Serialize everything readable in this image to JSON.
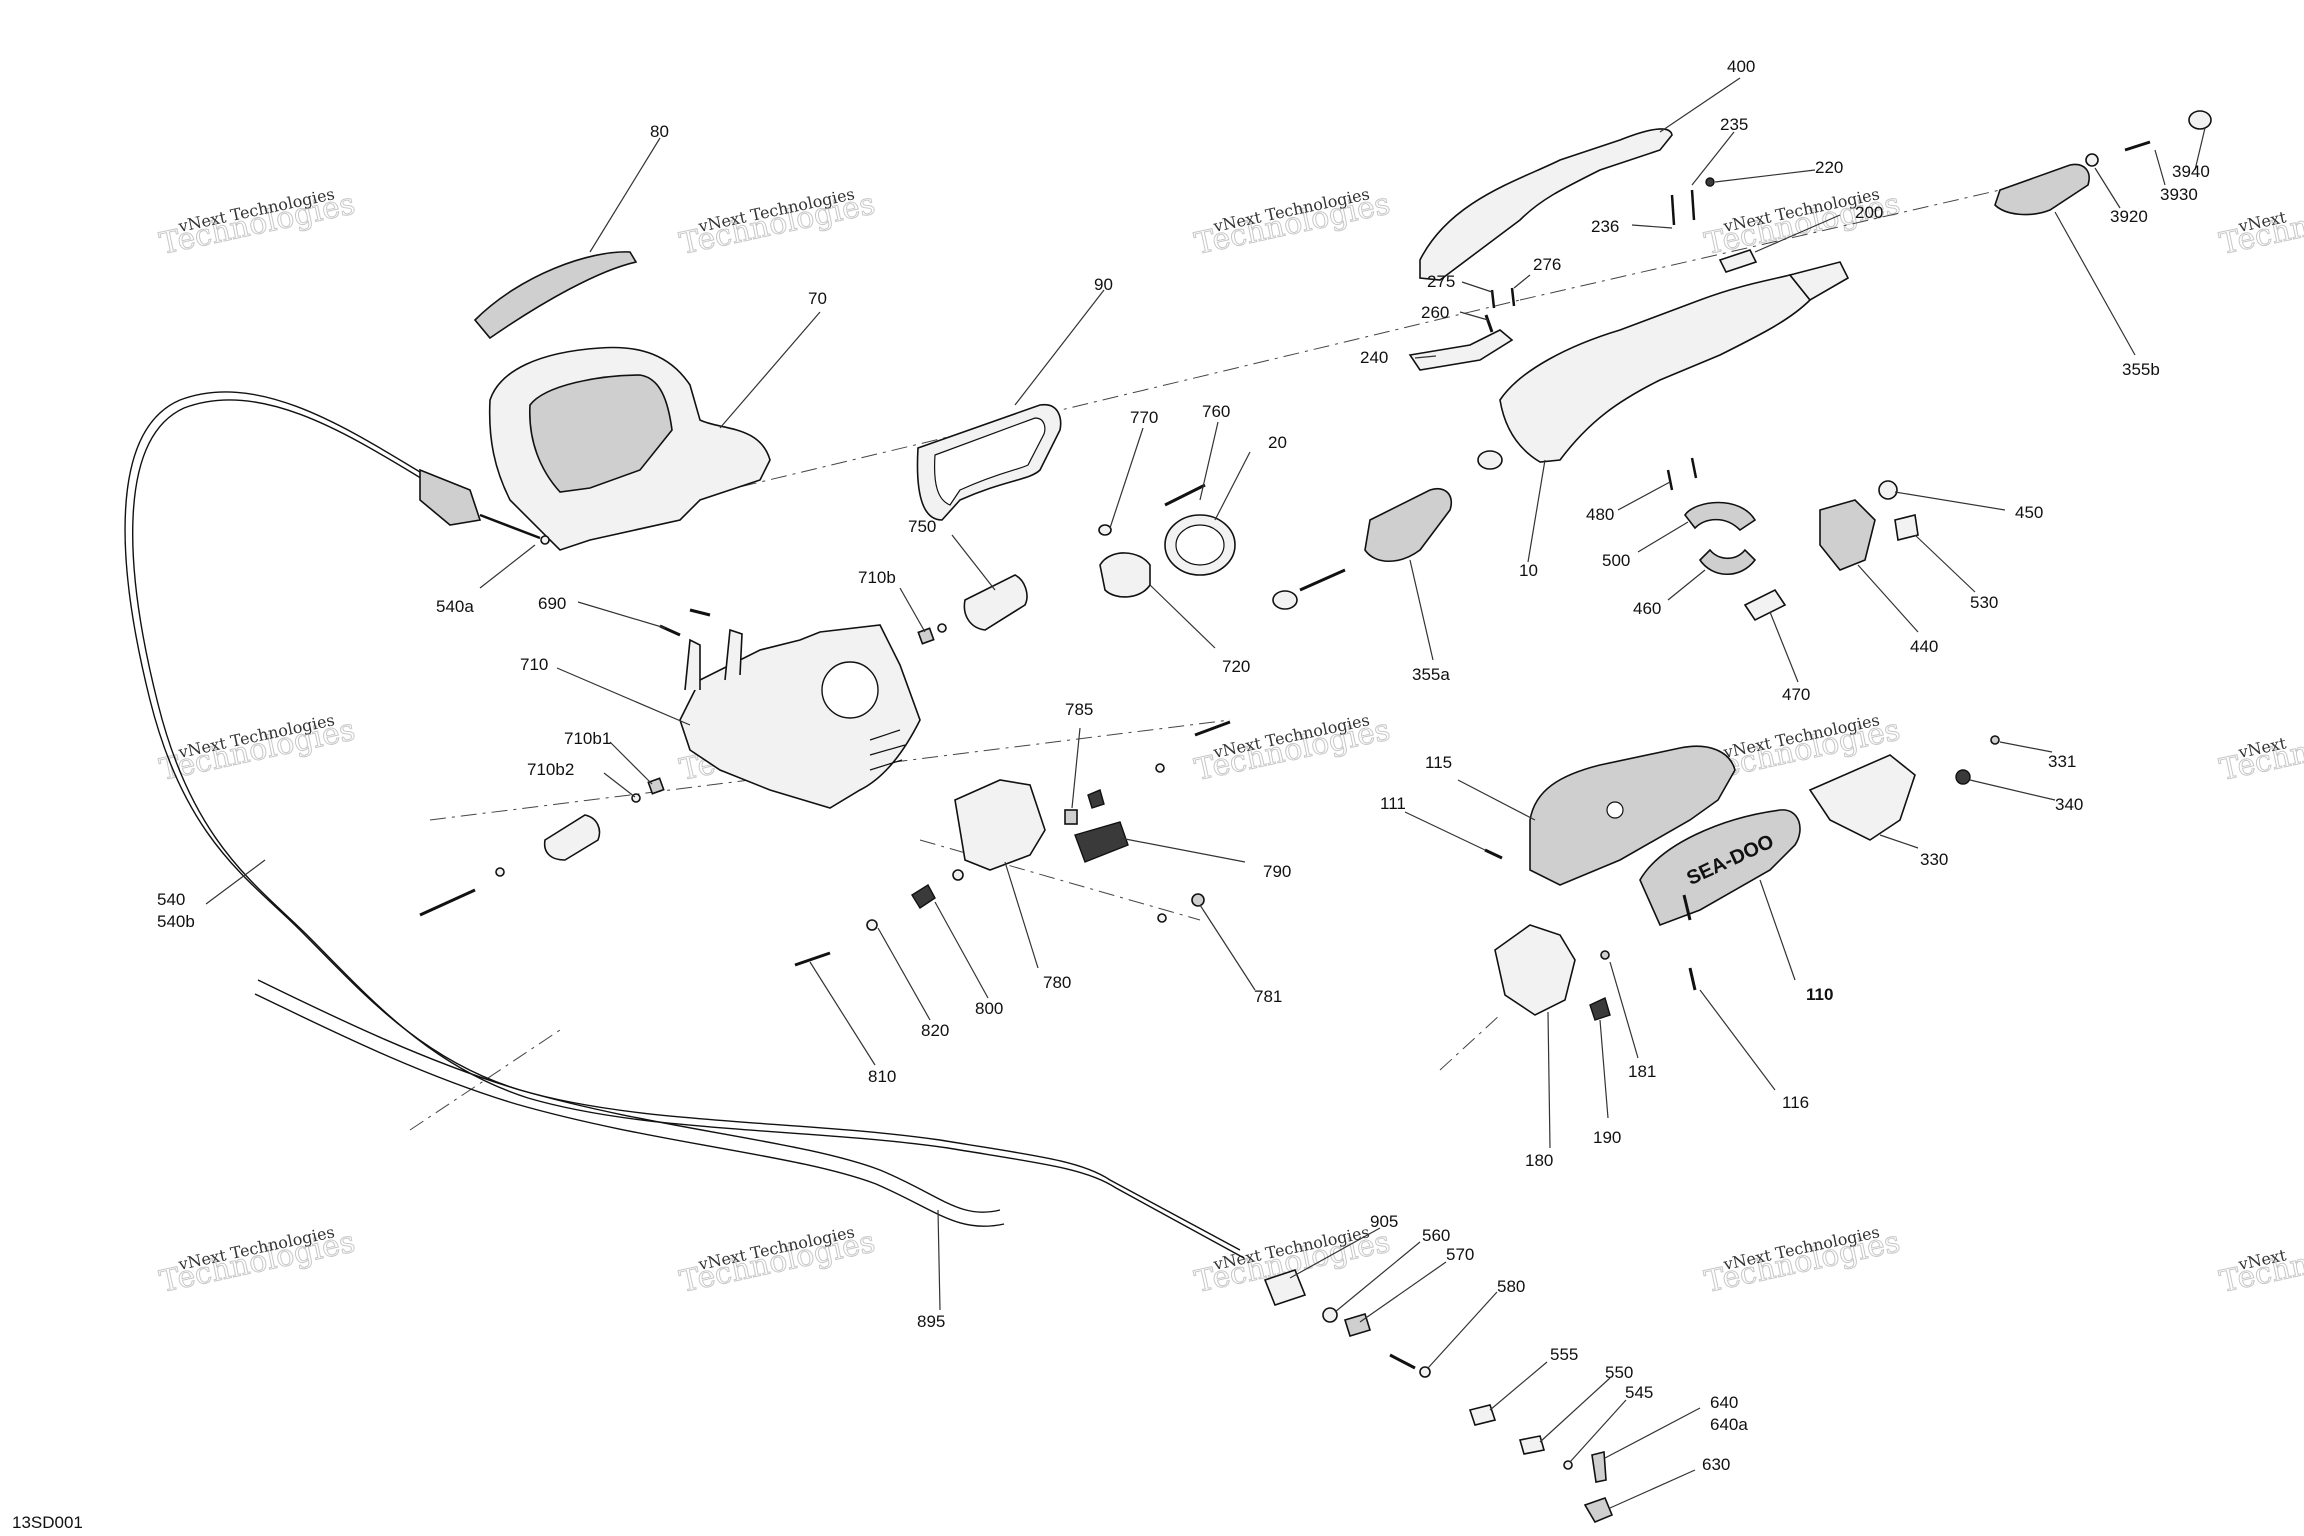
{
  "drawing_code": "13SD001",
  "watermark": {
    "line1": "vNext Technologies",
    "line2": "Technologies",
    "line3": "vNext"
  },
  "callouts": [
    {
      "id": "c80",
      "text": "80"
    },
    {
      "id": "c70",
      "text": "70"
    },
    {
      "id": "c90",
      "text": "90"
    },
    {
      "id": "c770",
      "text": "770"
    },
    {
      "id": "c760",
      "text": "760"
    },
    {
      "id": "c20",
      "text": "20"
    },
    {
      "id": "c750",
      "text": "750"
    },
    {
      "id": "c710b",
      "text": "710b"
    },
    {
      "id": "c720",
      "text": "720"
    },
    {
      "id": "c540a",
      "text": "540a"
    },
    {
      "id": "c690",
      "text": "690"
    },
    {
      "id": "c710",
      "text": "710"
    },
    {
      "id": "c710b1",
      "text": "710b1"
    },
    {
      "id": "c710b2",
      "text": "710b2"
    },
    {
      "id": "c540",
      "text": "540"
    },
    {
      "id": "c540b",
      "text": "540b"
    },
    {
      "id": "c785",
      "text": "785"
    },
    {
      "id": "c790",
      "text": "790"
    },
    {
      "id": "c780",
      "text": "780"
    },
    {
      "id": "c781",
      "text": "781"
    },
    {
      "id": "c800",
      "text": "800"
    },
    {
      "id": "c820",
      "text": "820"
    },
    {
      "id": "c810",
      "text": "810"
    },
    {
      "id": "c895",
      "text": "895"
    },
    {
      "id": "c905",
      "text": "905"
    },
    {
      "id": "c560",
      "text": "560"
    },
    {
      "id": "c570",
      "text": "570"
    },
    {
      "id": "c580",
      "text": "580"
    },
    {
      "id": "c555",
      "text": "555"
    },
    {
      "id": "c550",
      "text": "550"
    },
    {
      "id": "c545",
      "text": "545"
    },
    {
      "id": "c640",
      "text": "640"
    },
    {
      "id": "c640a",
      "text": "640a"
    },
    {
      "id": "c630",
      "text": "630"
    },
    {
      "id": "c400",
      "text": "400"
    },
    {
      "id": "c235",
      "text": "235"
    },
    {
      "id": "c220",
      "text": "220"
    },
    {
      "id": "c236",
      "text": "236"
    },
    {
      "id": "c200",
      "text": "200"
    },
    {
      "id": "c275",
      "text": "275"
    },
    {
      "id": "c276",
      "text": "276"
    },
    {
      "id": "c260",
      "text": "260"
    },
    {
      "id": "c240",
      "text": "240"
    },
    {
      "id": "c10",
      "text": "10"
    },
    {
      "id": "c355a",
      "text": "355a"
    },
    {
      "id": "c480",
      "text": "480"
    },
    {
      "id": "c500",
      "text": "500"
    },
    {
      "id": "c460",
      "text": "460"
    },
    {
      "id": "c450",
      "text": "450"
    },
    {
      "id": "c530",
      "text": "530"
    },
    {
      "id": "c440",
      "text": "440"
    },
    {
      "id": "c470",
      "text": "470"
    },
    {
      "id": "c3940",
      "text": "3940"
    },
    {
      "id": "c3930",
      "text": "3930"
    },
    {
      "id": "c3920",
      "text": "3920"
    },
    {
      "id": "c355b",
      "text": "355b"
    },
    {
      "id": "c115",
      "text": "115"
    },
    {
      "id": "c111",
      "text": "111"
    },
    {
      "id": "c110",
      "text": "110"
    },
    {
      "id": "c116",
      "text": "116"
    },
    {
      "id": "c181",
      "text": "181"
    },
    {
      "id": "c180",
      "text": "180"
    },
    {
      "id": "c190",
      "text": "190"
    },
    {
      "id": "c331",
      "text": "331"
    },
    {
      "id": "c340",
      "text": "340"
    },
    {
      "id": "c330",
      "text": "330"
    }
  ],
  "brand_mark": "SEA-DOO"
}
